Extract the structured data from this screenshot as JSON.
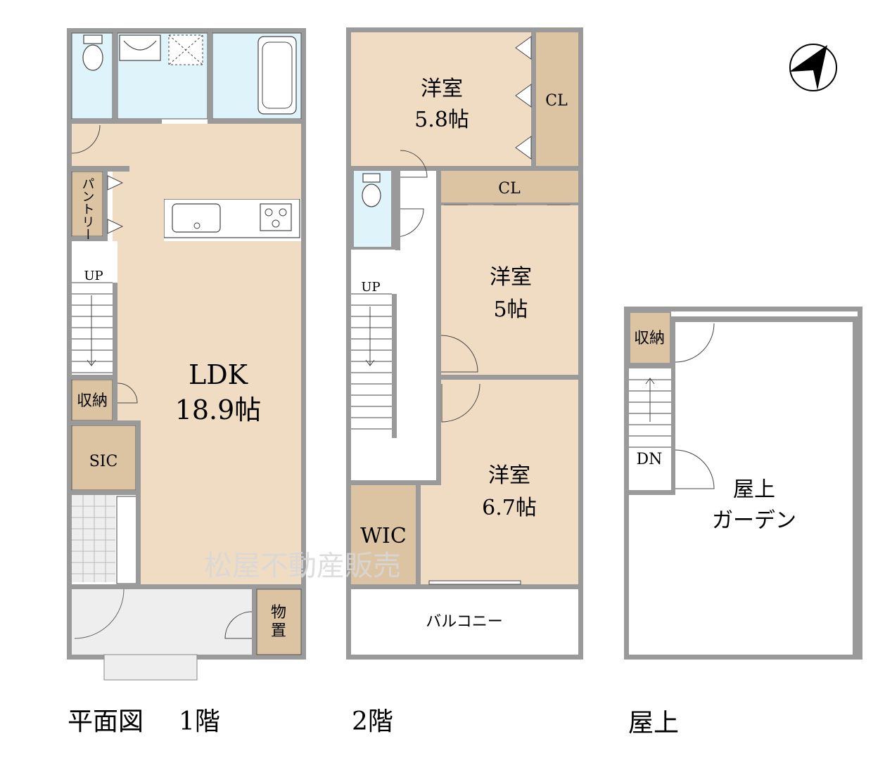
{
  "floor1": {
    "ldk_name": "LDK",
    "ldk_size": "18.9帖",
    "pantry": "パントリー",
    "up": "UP",
    "storage": "収納",
    "sic": "SIC",
    "shed_1": "物",
    "shed_2": "置",
    "caption_main": "平面図",
    "caption_floor": "1階"
  },
  "floor2": {
    "room_a_name": "洋室",
    "room_a_size": "5.8帖",
    "cl_a": "CL",
    "cl_b": "CL",
    "room_b_name": "洋室",
    "room_b_size": "5帖",
    "room_c_name": "洋室",
    "room_c_size": "6.7帖",
    "wic": "WIC",
    "up": "UP",
    "balcony": "バルコニー",
    "caption": "2階"
  },
  "roof": {
    "storage": "収納",
    "dn": "DN",
    "garden_1": "屋上",
    "garden_2": "ガーデン",
    "caption": "屋上"
  },
  "watermark": "松屋不動産販売",
  "colors": {
    "wall": "#9a9a9a",
    "room": "#f0dcc2",
    "storage": "#dcc4a3",
    "wet": "#dff3fa",
    "tile": "#eeeeee"
  }
}
